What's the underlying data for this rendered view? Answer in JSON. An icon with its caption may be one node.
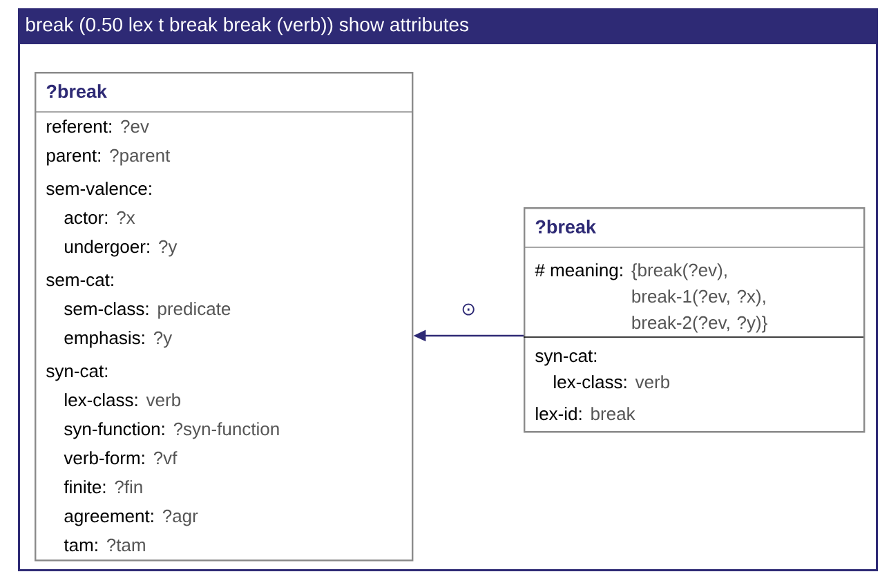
{
  "diagram": {
    "nodes": [
      {
        "text": [
          "break (0.50 lex t break break (verb)) show attributes"
        ]
      },
      {
        "text": [
          "?break",
          "referent:",
          "?ev",
          "parent:",
          "?parent",
          "sem-valence:",
          "actor:",
          "?x",
          "undergoer:",
          "?y",
          "sem-cat:",
          "sem-class:",
          "predicate",
          "emphasis:",
          "?y",
          "syn-cat:",
          "lex-class:",
          "verb",
          "syn-function:",
          "?syn-function",
          "verb-form:",
          "?vf",
          "finite:",
          "?fin",
          "agreement:",
          "?agr",
          "tam:",
          "?tam"
        ],
        "in": 0
      },
      {
        "text": [
          "?break",
          "# meaning:",
          "{break(?ev), break-1(?ev, ?x), break-2(?ev, ?y)}",
          "syn-cat:",
          "lex-class:",
          "verb",
          "lex-id:",
          "break"
        ],
        "in": 0
      }
    ],
    "edges": [
      {
        "from": 2,
        "to": 1,
        "arrow": "to",
        "label": "⊙"
      }
    ]
  }
}
